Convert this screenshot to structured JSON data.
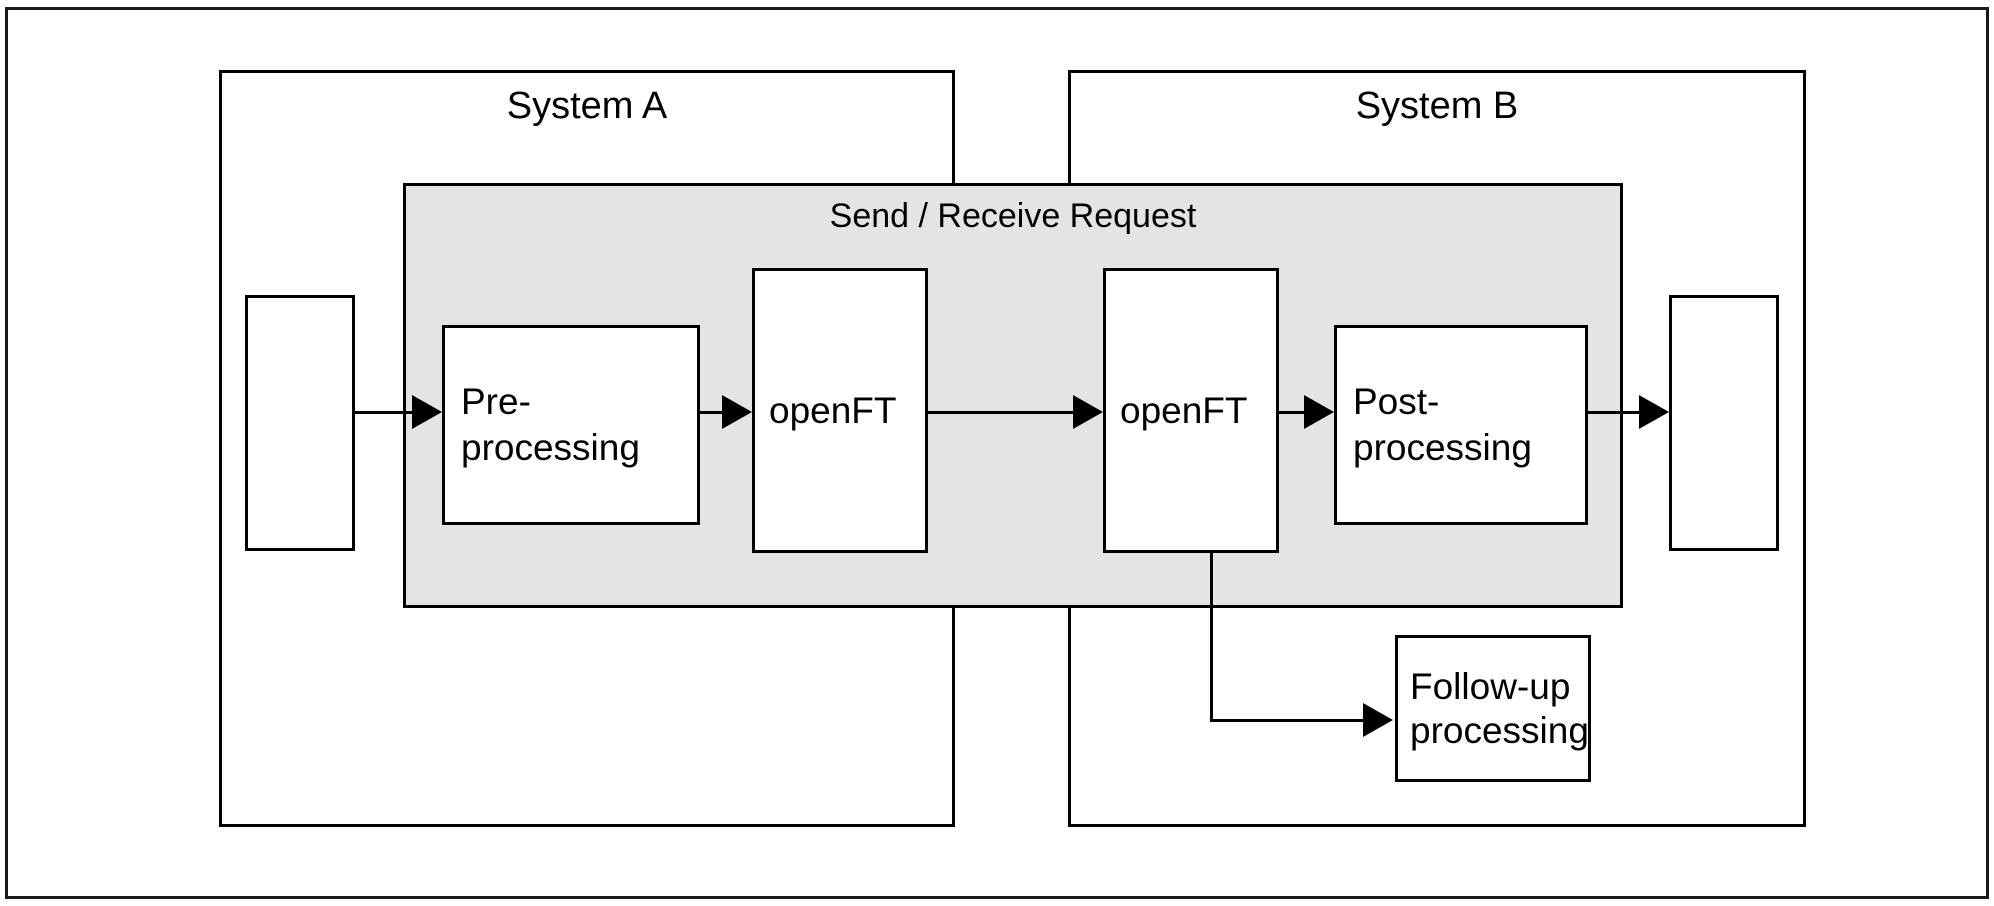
{
  "diagram": {
    "title": "openFT file transfer with pre-, post- and follow-up processing",
    "colors": {
      "stroke": "#000000",
      "frame_stroke": "#1a1a1a",
      "band_fill": "#e4e4e4",
      "box_fill": "#ffffff",
      "page_bg": "#ffffff"
    }
  },
  "systems": [
    {
      "id": "system-a",
      "label": "System A"
    },
    {
      "id": "system-b",
      "label": "System B"
    }
  ],
  "band": {
    "label": "Send / Receive Request"
  },
  "nodes": [
    {
      "id": "source-file",
      "label": "",
      "system": "A",
      "kind": "blank"
    },
    {
      "id": "pre-processing",
      "label": "Pre-\nprocessing",
      "system": "A",
      "kind": "process"
    },
    {
      "id": "openft-a",
      "label": "openFT",
      "system": "A",
      "kind": "process"
    },
    {
      "id": "openft-b",
      "label": "openFT",
      "system": "B",
      "kind": "process"
    },
    {
      "id": "post-processing",
      "label": "Post-\nprocessing",
      "system": "B",
      "kind": "process"
    },
    {
      "id": "target-file",
      "label": "",
      "system": "B",
      "kind": "blank"
    },
    {
      "id": "follow-up",
      "label": "Follow-up\nprocessing",
      "system": "B",
      "kind": "process"
    }
  ],
  "edges": [
    {
      "id": "edge-source-to-pre",
      "from": "source-file",
      "to": "pre-processing",
      "arrow": true
    },
    {
      "id": "edge-pre-to-openft-a",
      "from": "pre-processing",
      "to": "openft-a",
      "arrow": true
    },
    {
      "id": "edge-openft-a-to-openft-b",
      "from": "openft-a",
      "to": "openft-b",
      "arrow": true
    },
    {
      "id": "edge-openft-b-to-post",
      "from": "openft-b",
      "to": "post-processing",
      "arrow": true
    },
    {
      "id": "edge-post-to-target",
      "from": "post-processing",
      "to": "target-file",
      "arrow": true
    },
    {
      "id": "edge-openft-b-to-followup",
      "from": "openft-b",
      "to": "follow-up",
      "arrow": true
    }
  ]
}
